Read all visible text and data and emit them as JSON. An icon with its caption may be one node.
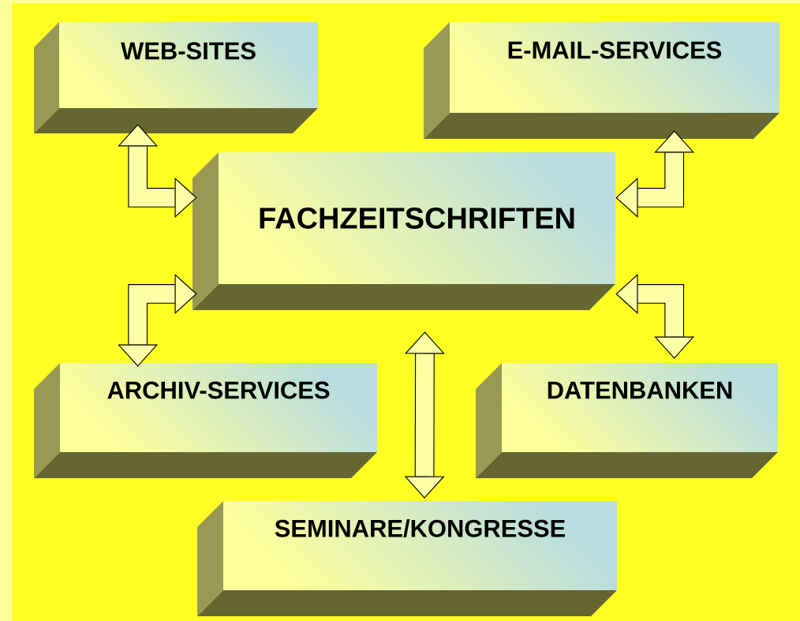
{
  "diagram": {
    "nodes": [
      {
        "text": [
          "WEB-SITES"
        ]
      },
      {
        "text": [
          "E-MAIL-SERVICES"
        ]
      },
      {
        "text": [
          "FACHZEITSCHRIFTEN"
        ]
      },
      {
        "text": [
          "ARCHIV-SERVICES"
        ]
      },
      {
        "text": [
          "DATENBANKEN"
        ]
      },
      {
        "text": [
          "SEMINARE/KONGRESSE"
        ]
      }
    ],
    "edges": [
      {
        "from": 0,
        "to": 2,
        "arrow": "both"
      },
      {
        "from": 1,
        "to": 2,
        "arrow": "both"
      },
      {
        "from": 2,
        "to": 3,
        "arrow": "both"
      },
      {
        "from": 2,
        "to": 4,
        "arrow": "both"
      },
      {
        "from": 2,
        "to": 5,
        "arrow": "both"
      }
    ]
  }
}
